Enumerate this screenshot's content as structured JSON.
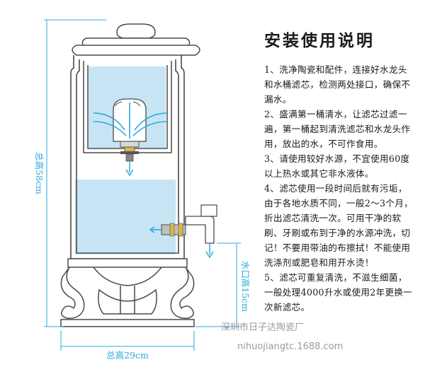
{
  "title": "安装使用说明",
  "steps": [
    "1、洗净陶瓷和配件，连接好水龙头和水桶滤芯，检测两处接口，确保不漏水。",
    "2、盛满第一桶清水，让滤芯过滤一遍，第一桶起到清洗滤芯和水龙头作用，放出的水，不可作食用。",
    "3、请使用较好水源，不宜使用60度以上热水或其它非水液体。",
    "4、滤芯使用一段时间后就有污垢，由于各地水质不同，一般2～3个月，折出滤芯清洗一次。可用干净的软刷、牙刷或布到于净的水源冲洗，切记！不要用带油的布擦拭！不能使用洗涤剂或肥皂和用开水烫！",
    "5、滤芯可重复清洗，不滋生细菌，一般处理4000升水或使用2年更换一次新滤芯。"
  ],
  "dimensions": {
    "total_height": "总高58cm",
    "total_width": "总高29cm",
    "outlet_height": "水口高15cm"
  },
  "watermark": {
    "company": "深圳市日子达陶瓷厂",
    "url": "nihuojiangtc.1688.com"
  },
  "colors": {
    "accent": "#2aa8e0",
    "water": "#c7e4f4",
    "outline": "#4a4a4a",
    "text": "#1a1a1a"
  }
}
